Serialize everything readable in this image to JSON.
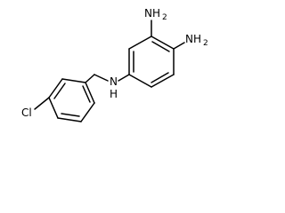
{
  "molecule": {
    "atoms": {
      "amine_top": {
        "symbol": "NH",
        "subscript": "2"
      },
      "amine_right": {
        "symbol": "NH",
        "subscript": "2"
      },
      "amine_bridge": {
        "symbol": "N",
        "h_label": "H"
      },
      "chlorine": {
        "symbol": "Cl"
      }
    }
  }
}
